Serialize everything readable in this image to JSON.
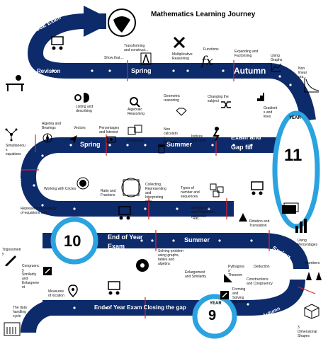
{
  "title": "Mathematics Learning Journey",
  "colors": {
    "road": "#0d2a6b",
    "ring": "#2aa3e0",
    "dot": "#ffffff",
    "marker": "#e0202a"
  },
  "road_labels": {
    "gcse_exam": "GCSE Exam",
    "revision": "Revision",
    "spring_top": "Spring",
    "autumn_top": "Autumn",
    "spring_mid": "Spring",
    "summer_mid": "Summer",
    "exam_gap": "Exam and",
    "gap_fill": "Gap fill",
    "autumn_left": "Autumn",
    "end_of_year": "End of Year",
    "exam": "Exam",
    "summer_low": "Summer",
    "spring_right": "Spring",
    "end_exam_gap": "End of Year Exam Closing the gap",
    "autumn_bottom": "Autumn"
  },
  "year_badges": {
    "year11_label": "YEAR",
    "year11_num": "11",
    "year10_num": "10",
    "year9_label": "YEAR",
    "year9_num": "9"
  },
  "topics": {
    "show_that": "Show that....",
    "transforming": "Transforming and construct...",
    "multiplicative": "Multiplicative Reasoning",
    "functions": "Functions",
    "expanding": "Expanding and Factorising",
    "using_graphs": "Using Graphs",
    "non_linear": "Non linear gra...",
    "listing": "Listing and describing",
    "algebraic": "Algebraic Reasoning",
    "geometric": "Geometric reasoning",
    "changing": "Changing the subject",
    "gradients": "Gradient s and lines",
    "algebra_bearings": "Algebra and Bearings",
    "vectors": "Vectors",
    "percent_interest": "Percentages and Interest",
    "probability": "Probability",
    "non_calc": "Non calculato r Methods",
    "indices": "Indices and roots",
    "simultaneous": "Simultaneou s equations",
    "working_circles": "Working with Circles",
    "ratio_fractions": "Ratio and Fractions",
    "collecting": "Collecting, Representing and Interpreting data",
    "types_number": "Types of number and sequences",
    "representing": "Representing solutions of equations and",
    "solving_ratio": "Solving ratio and Proportion problems",
    "rotation": "Rotation and Translation",
    "using_percentages": "Using Percentages",
    "trigonometry": "Trigonometr y",
    "rat": "Rat...",
    "congruency_sim": "Congruenc y, Similarity and Enlargeme nt",
    "solving_problem": "Solving problem using graphs, tables and algebra",
    "enlargement": "Enlargement and Similarity",
    "pythagoras": "Pythagora s' Theorem",
    "deduction": "Deduction",
    "numbers": "Numbers",
    "constructions": "Constructions and Congruency",
    "measures": "Measures of location",
    "forming": "Forming and Solving equations",
    "data_handling": "The data handling cycle",
    "three_d": "3 Dimensional Shapes"
  },
  "icons": [
    "brain-globe-icon",
    "presentation-icon",
    "compass-icon",
    "crossed-arrows-icon",
    "function-icon",
    "graph-icon",
    "curve-graph-icon",
    "desk-study-icon",
    "head-gears-icon",
    "magnifier-icon",
    "gem-icon",
    "shuffle-icon",
    "stairs-icon",
    "molecule-icon",
    "compass-rose-icon",
    "paper-plane-icon",
    "money-icon",
    "dice-icon",
    "calculator-icon",
    "person-climb-icon",
    "network-icon",
    "circles-icon",
    "vitruvian-icon",
    "cone-icon",
    "dice-faces-icon",
    "bank-notes-icon",
    "bars-chart-icon",
    "pen-icon",
    "map-pin-icon",
    "hands-icon",
    "cube-icon",
    "drawer-icon"
  ]
}
